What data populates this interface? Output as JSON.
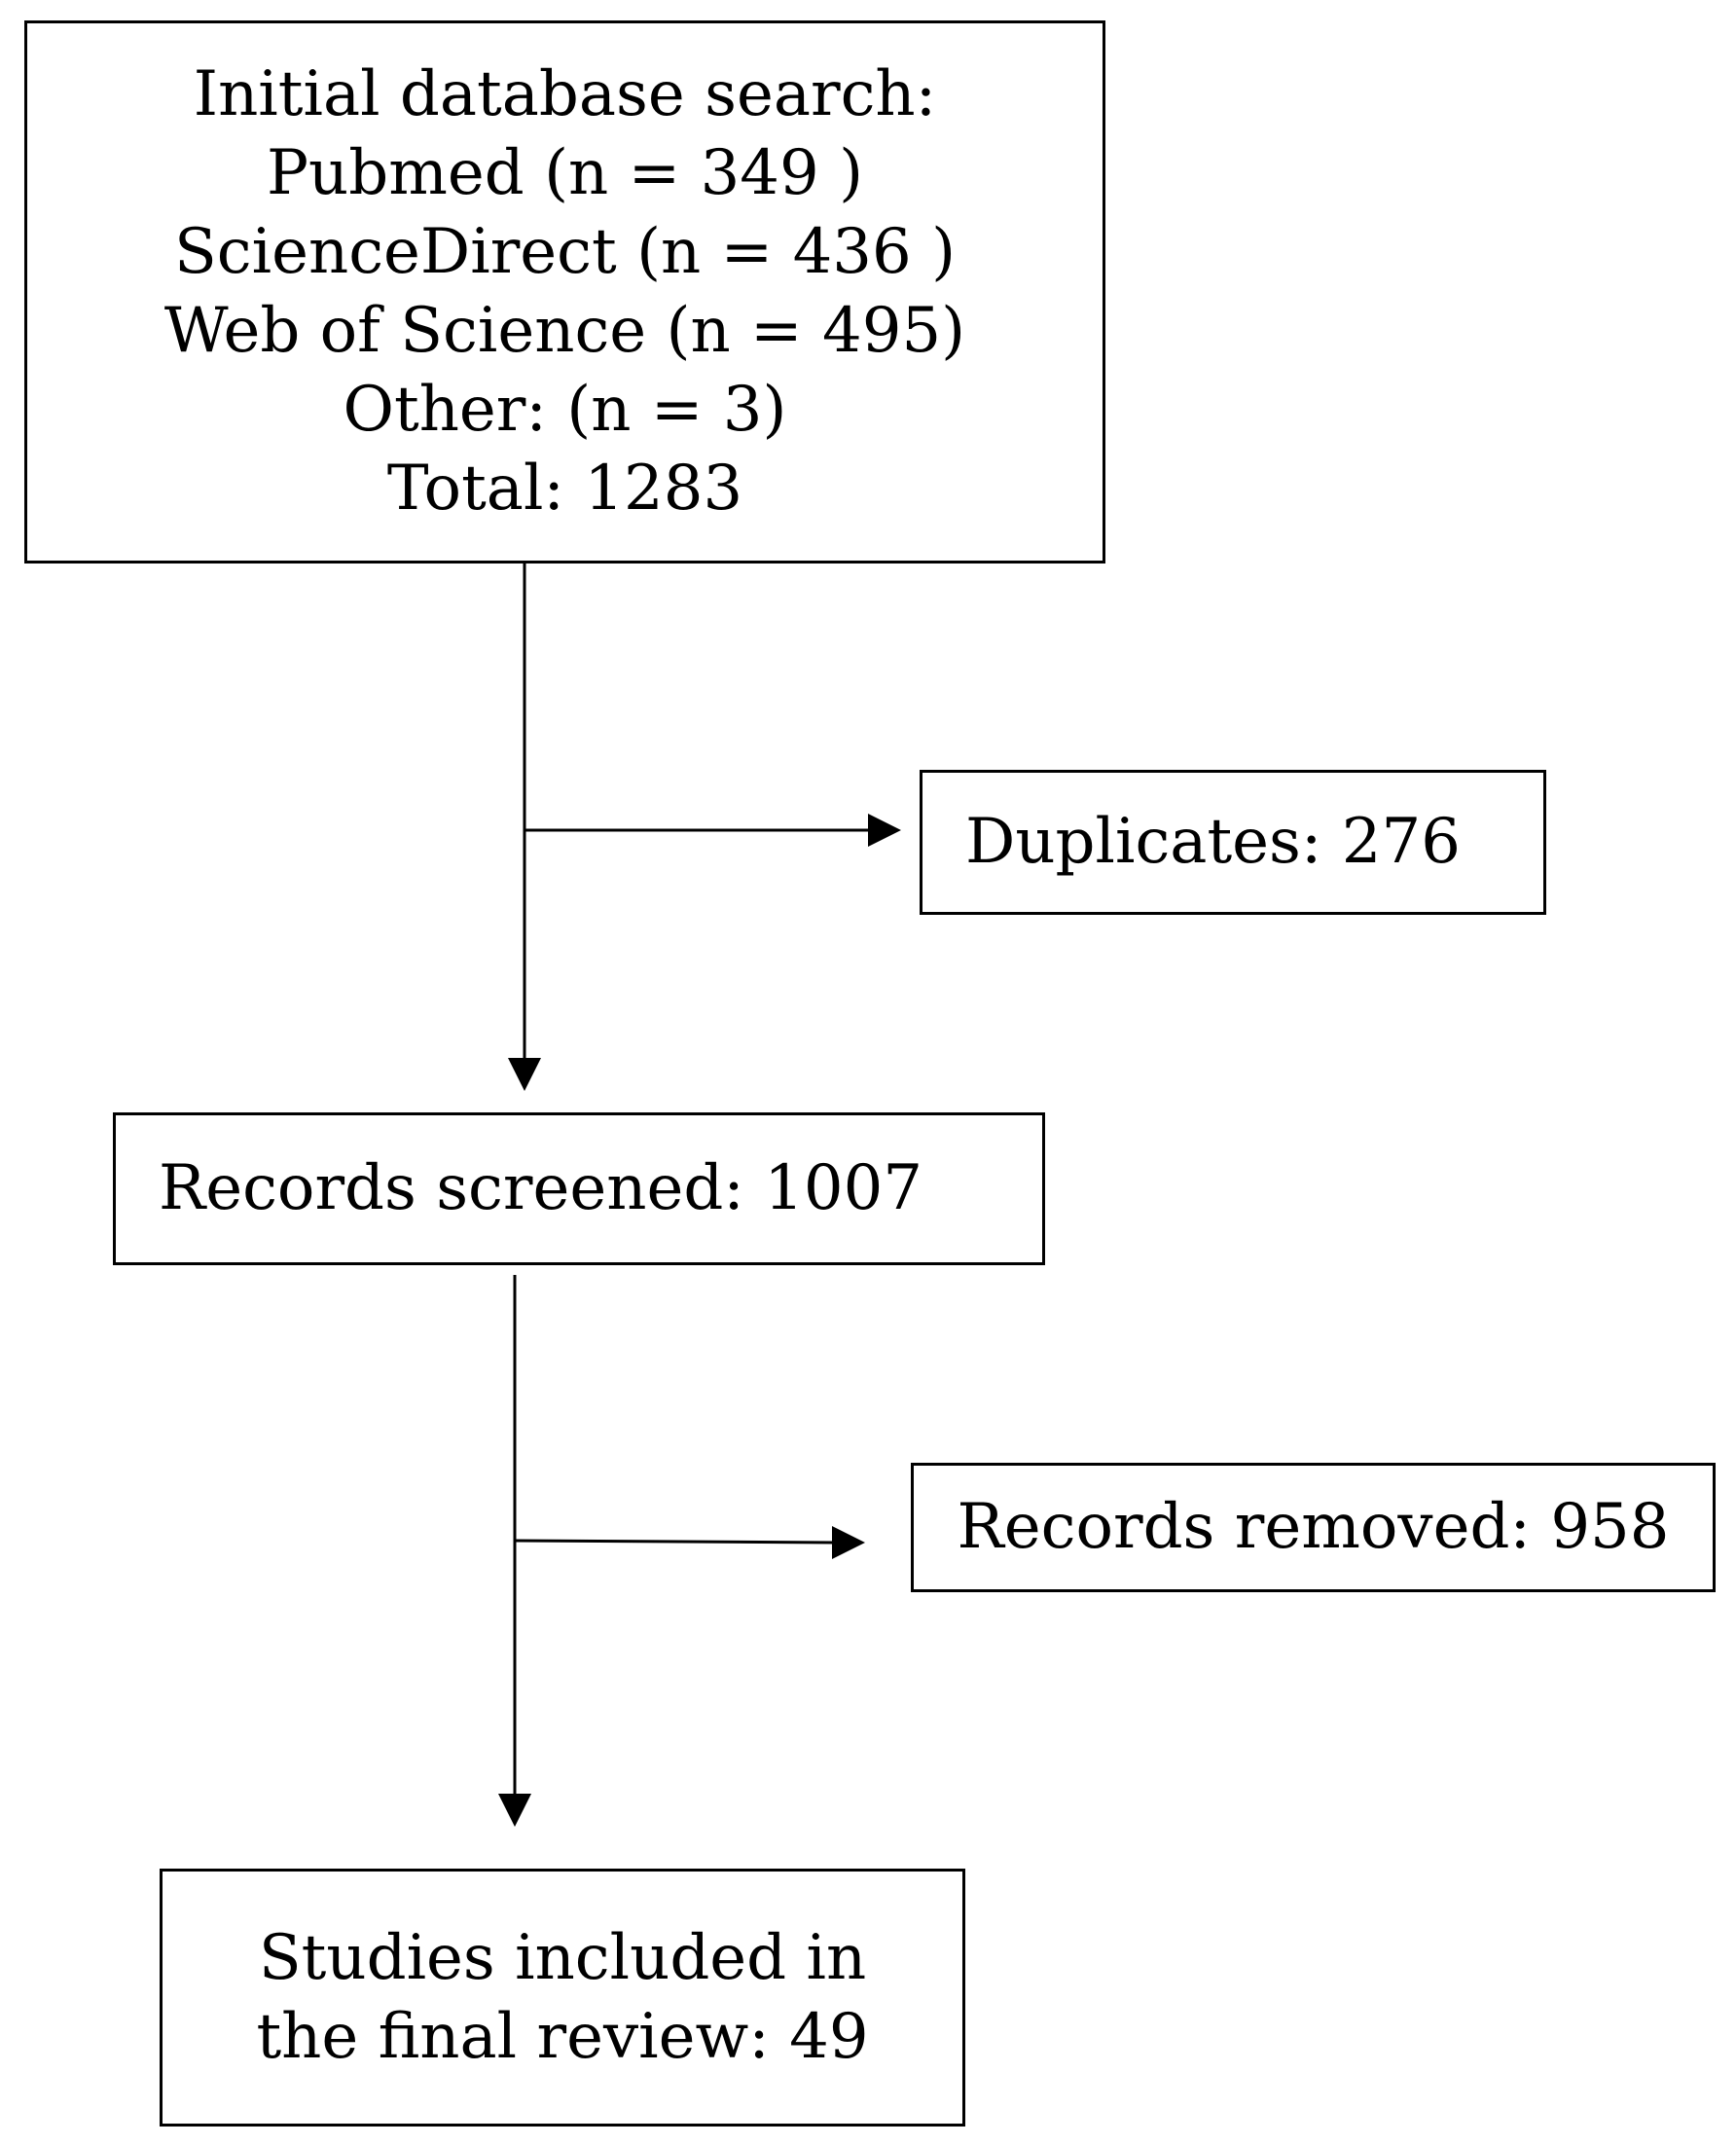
{
  "flowchart": {
    "search_box": {
      "lines": [
        "Initial database search:",
        "Pubmed (n = 349 )",
        "ScienceDirect (n = 436 )",
        "Web of Science (n = 495)",
        "Other: (n = 3)",
        "Total: 1283"
      ]
    },
    "duplicates_box": {
      "text": "Duplicates: 276"
    },
    "screened_box": {
      "text": "Records screened: 1007"
    },
    "removed_box": {
      "text": "Records removed: 958"
    },
    "included_box": {
      "lines": [
        "Studies included in",
        "the final review: 49"
      ]
    }
  }
}
